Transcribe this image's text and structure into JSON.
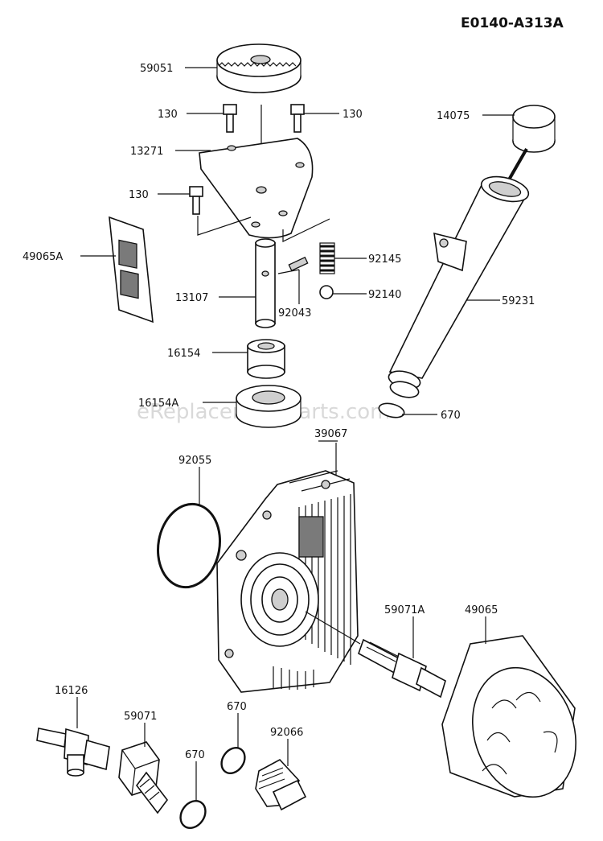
{
  "diagram_code": "E0140-A313A",
  "watermark": "eReplacementParts.com",
  "parts": {
    "p59051": "59051",
    "p130a": "130",
    "p130b": "130",
    "p130c": "130",
    "p13271": "13271",
    "p14075": "14075",
    "p49065A": "49065A",
    "p92145": "92145",
    "p92140": "92140",
    "p13107": "13107",
    "p92043": "92043",
    "p59231": "59231",
    "p16154": "16154",
    "p16154A": "16154A",
    "p670a": "670",
    "p39067": "39067",
    "p92055": "92055",
    "p59071A": "59071A",
    "p49065": "49065",
    "p16126": "16126",
    "p59071": "59071",
    "p670b": "670",
    "p670c": "670",
    "p92066": "92066"
  }
}
